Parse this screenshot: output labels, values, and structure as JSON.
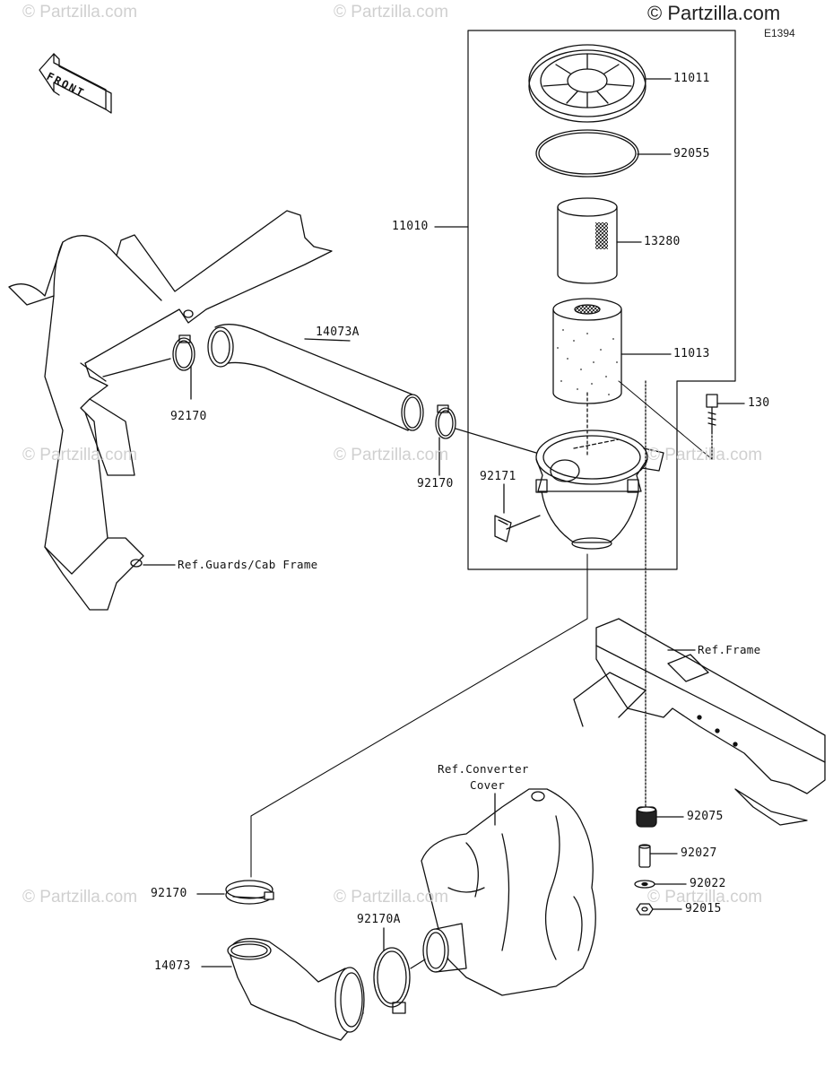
{
  "header": {
    "brand": "© Partzilla.com",
    "diagram_code": "E1394"
  },
  "watermark": "© Partzilla.com",
  "front_label": "FRONT",
  "parts": {
    "p11011": "11011",
    "p92055": "92055",
    "p11010": "11010",
    "p13280": "13280",
    "p11013": "11013",
    "p130": "130",
    "p14073A": "14073A",
    "p92170_a": "92170",
    "p92170_b": "92170",
    "p92171": "92171",
    "p92170_c": "92170",
    "p92170A": "92170A",
    "p14073": "14073",
    "p92075": "92075",
    "p92027": "92027",
    "p92022": "92022",
    "p92015": "92015"
  },
  "references": {
    "guards": "Ref.Guards/Cab Frame",
    "frame": "Ref.Frame",
    "converter_1": "Ref.Converter",
    "converter_2": "Cover"
  }
}
